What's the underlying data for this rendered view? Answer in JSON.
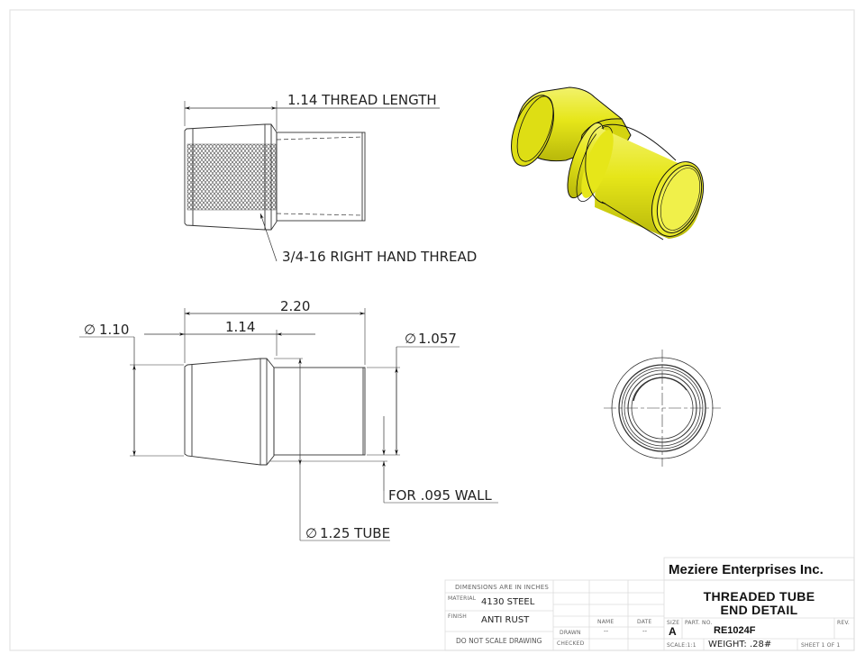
{
  "drawing": {
    "title_line1": "THREADED TUBE",
    "title_line2": "END DETAIL",
    "company": "Meziere Enterprises Inc."
  },
  "views": {
    "thread_view": {
      "thread_length_label": "1.14 THREAD LENGTH",
      "thread_callout": "3/4-16 RIGHT HAND THREAD"
    },
    "section_view": {
      "overall_length": "2.20",
      "thread_section_length": "1.14",
      "diameter_large": "1.10",
      "diameter_small": "1.057",
      "wall_note": "FOR .095 WALL",
      "tube_diameter": "1.25 TUBE",
      "diameter_symbol": "∅"
    },
    "isometric_view": {
      "color": "#E6E619"
    },
    "end_view": {}
  },
  "title_block": {
    "units_note": "DIMENSIONS ARE IN INCHES",
    "material_label": "MATERIAL",
    "material_value": "4130 STEEL",
    "finish_label": "FINISH",
    "finish_value": "ANTI RUST",
    "scale_note": "DO NOT SCALE DRAWING",
    "name_header": "NAME",
    "date_header": "DATE",
    "drawn_label": "DRAWN",
    "drawn_name": "--",
    "drawn_date": "--",
    "checked_label": "CHECKED",
    "size_label": "SIZE",
    "size_value": "A",
    "part_no_label": "PART. NO.",
    "part_no_value": "RE1024F",
    "rev_label": "REV.",
    "scale_label": "SCALE:1:1",
    "weight": "WEIGHT: .28#",
    "sheet": "SHEET 1 OF 1"
  }
}
